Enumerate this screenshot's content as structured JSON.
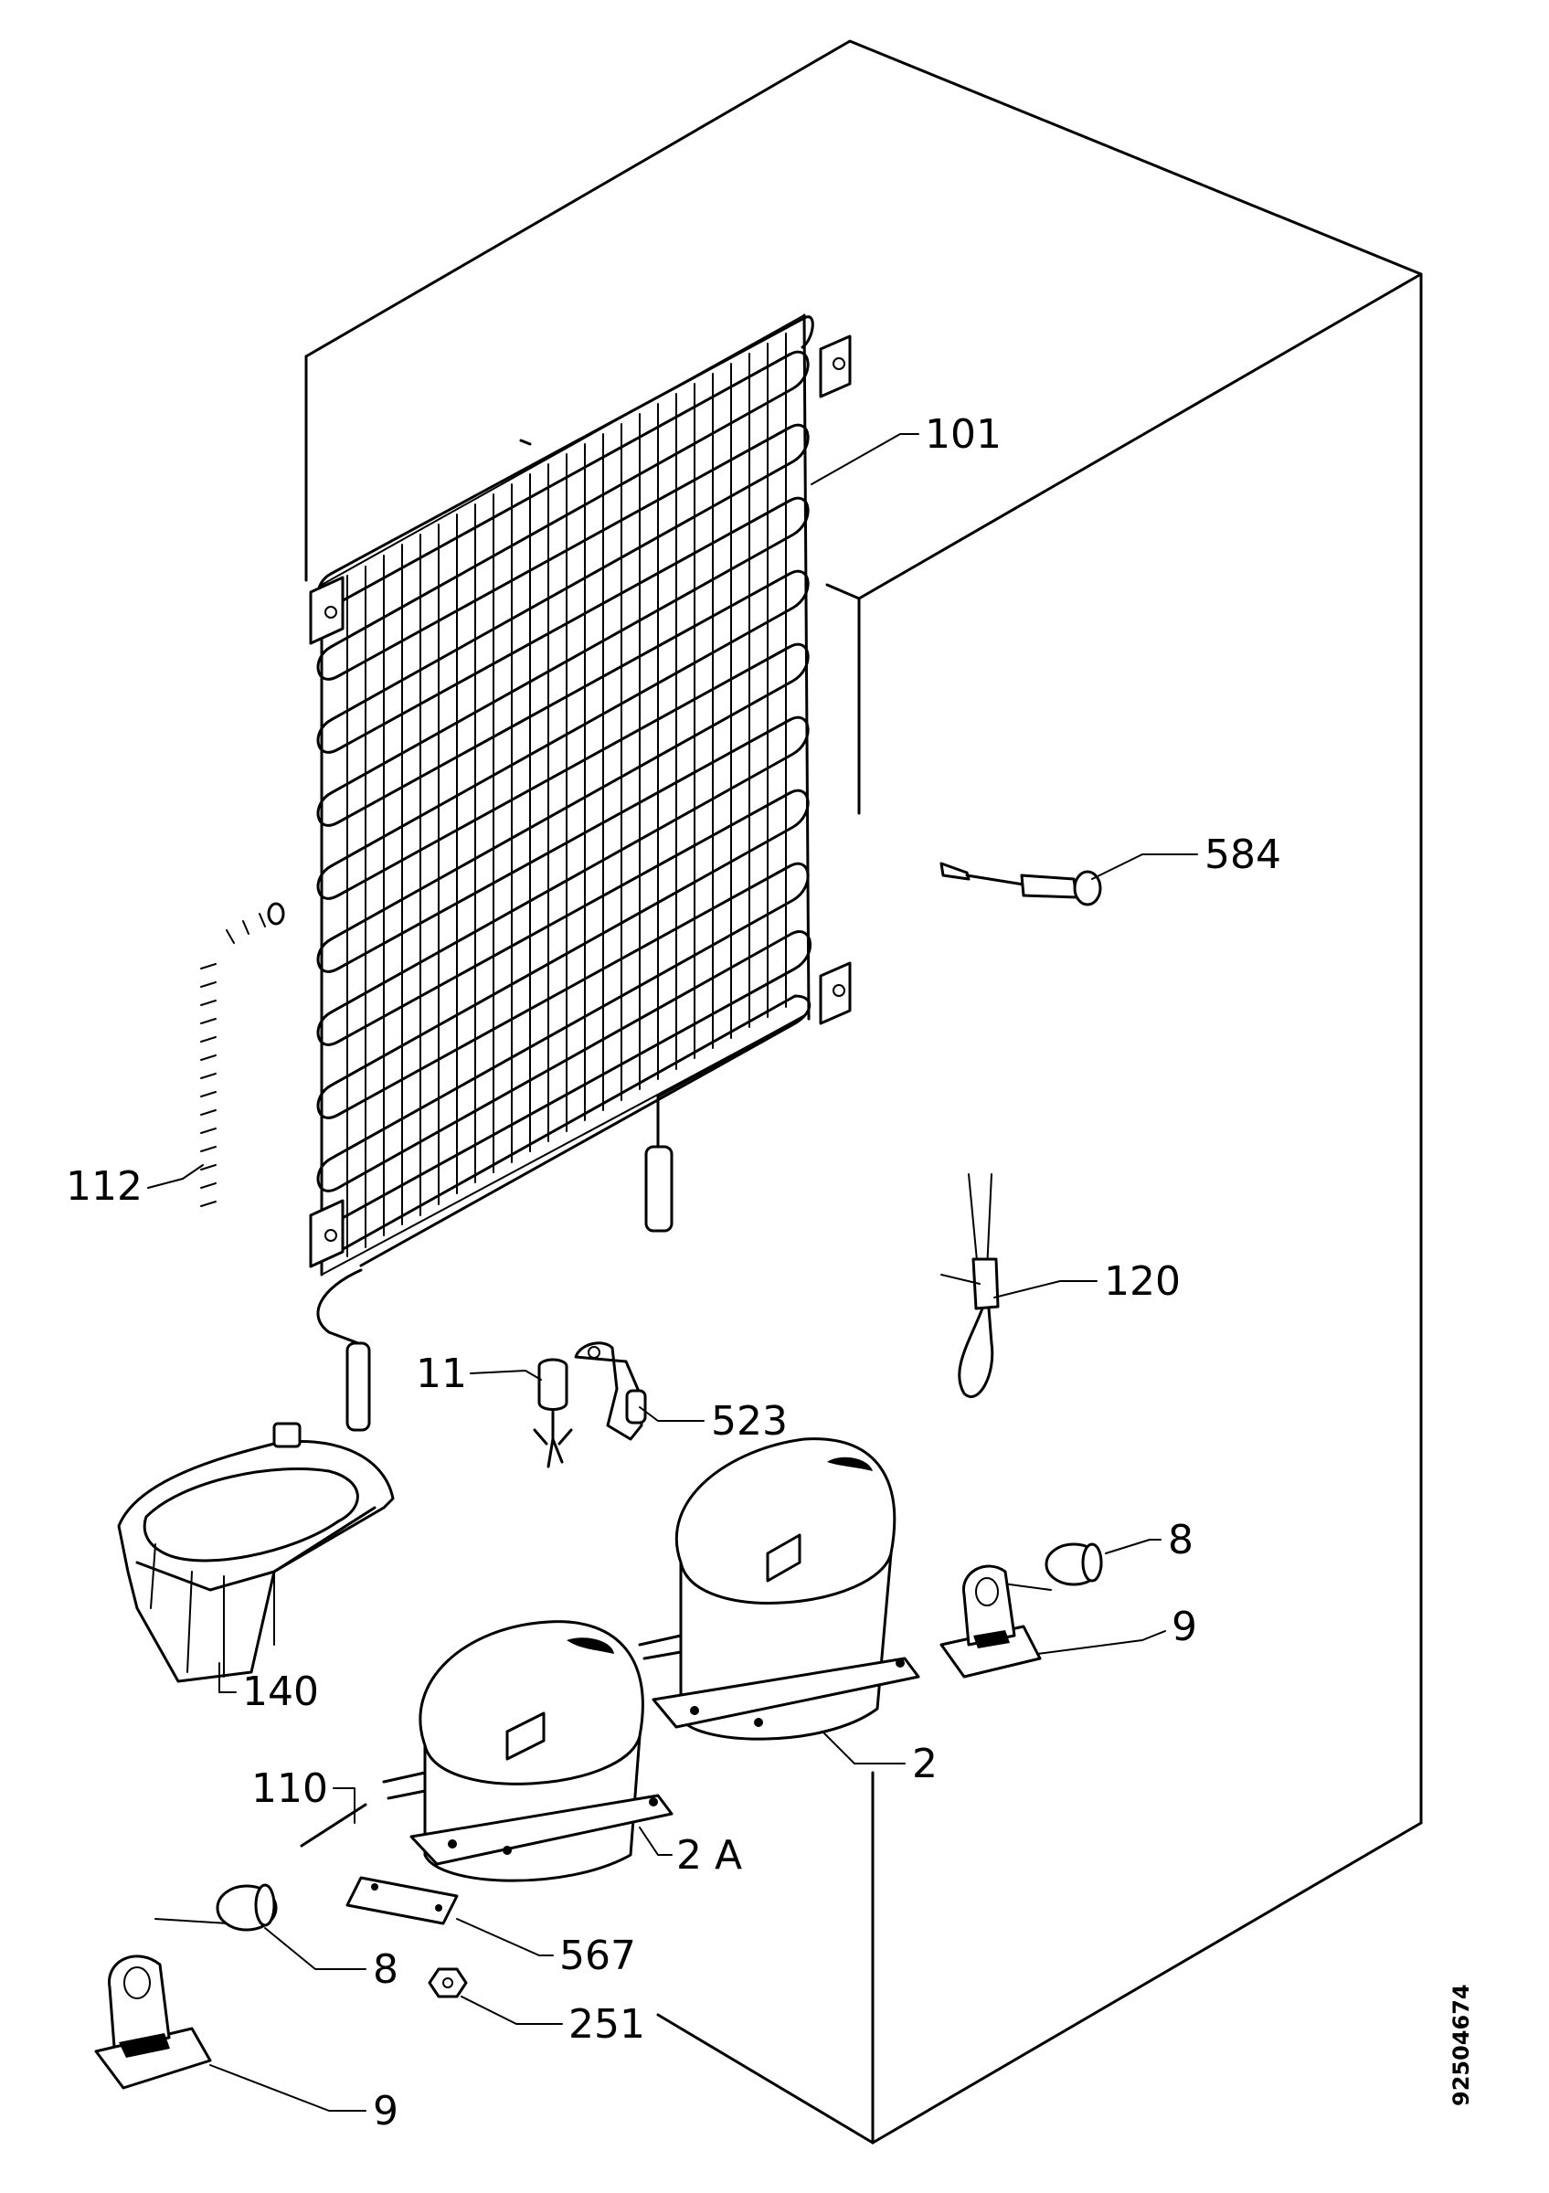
{
  "diagram": {
    "document_number": "92504674",
    "callouts": {
      "c101": "101",
      "c584": "584",
      "c112": "112",
      "c120": "120",
      "c11": "11",
      "c523": "523",
      "c8_right": "8",
      "c9_right": "9",
      "c140": "140",
      "c2": "2",
      "c110": "110",
      "c2a": "2 A",
      "c567": "567",
      "c8_left": "8",
      "c251": "251",
      "c9_left": "9"
    }
  }
}
